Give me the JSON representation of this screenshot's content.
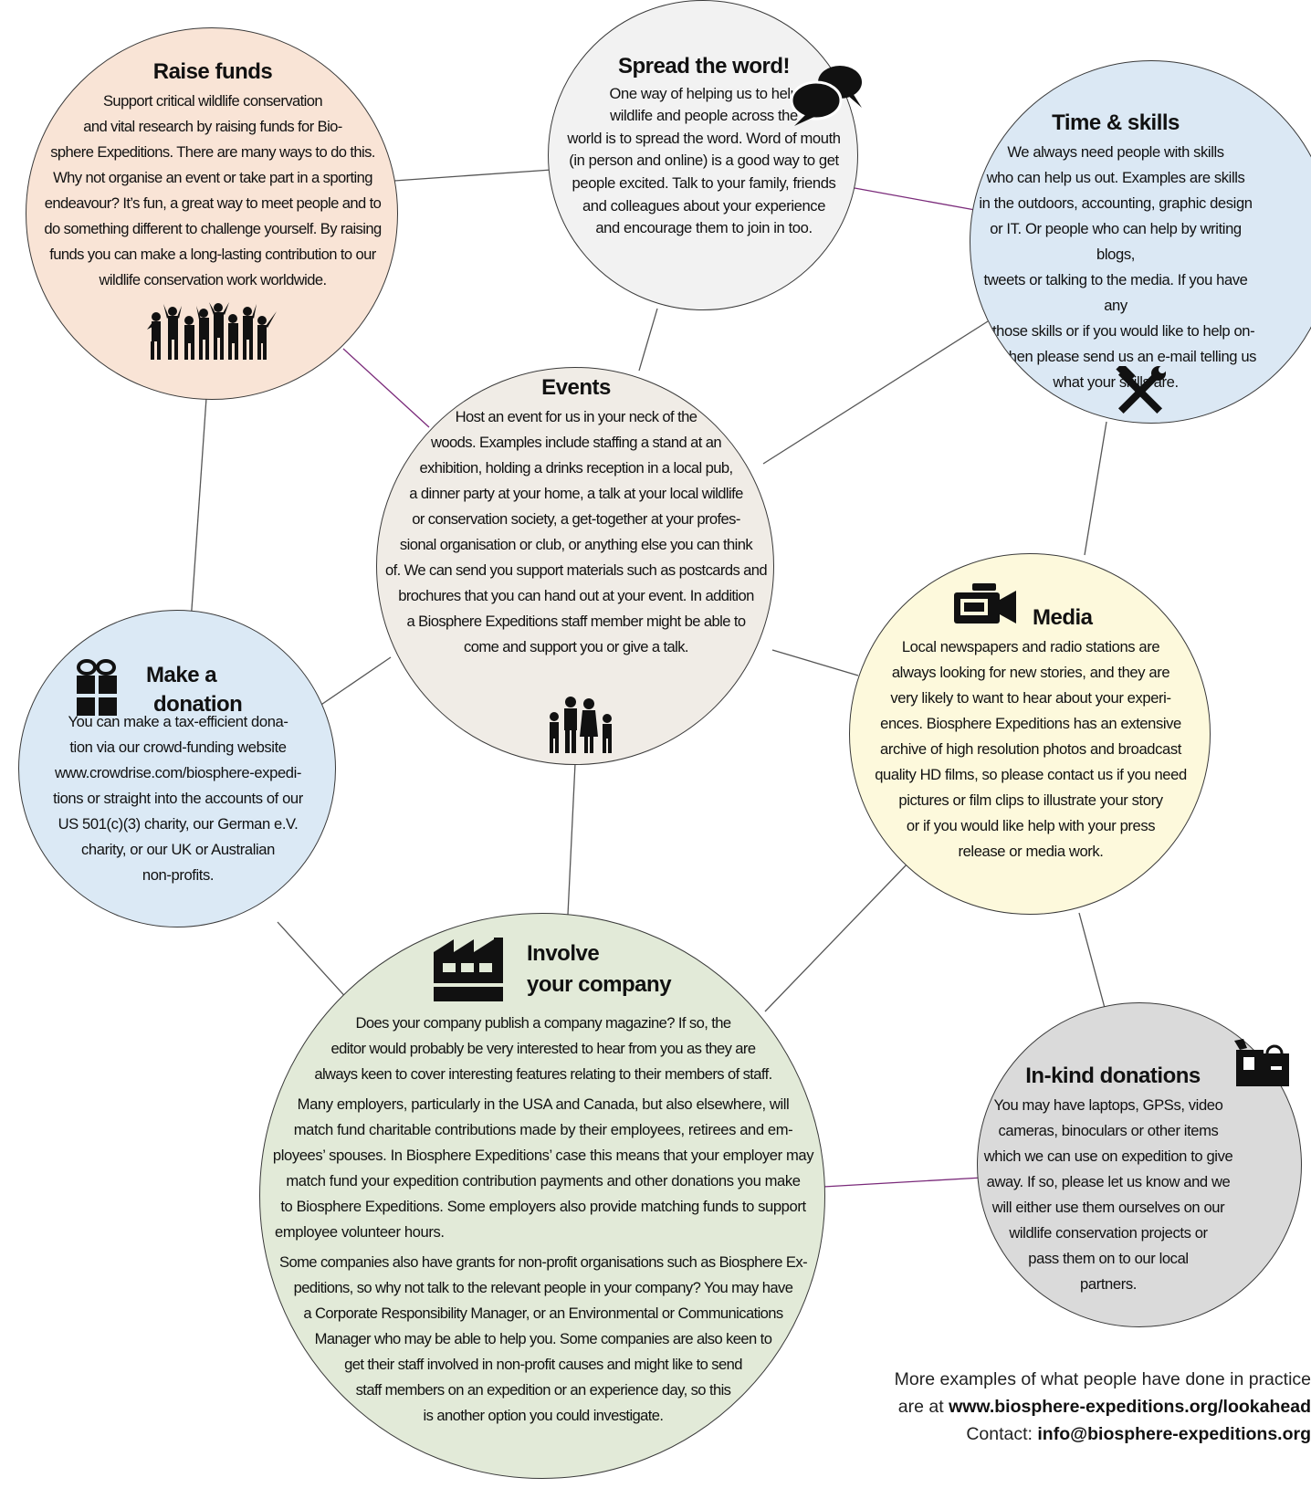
{
  "nodes": {
    "raise_funds": {
      "title": "Raise funds",
      "lines": [
        "Support critical wildlife conservation",
        "and vital research by raising funds for Bio-",
        "sphere Expeditions. There are many ways to do this.",
        "Why not organise an event or take part in a sporting",
        "endeavour? It’s fun, a great way to meet people and to",
        "do something different to challenge yourself.  By raising",
        "funds you can make a long-lasting contribution to our",
        "wildlife conservation work worldwide."
      ],
      "icon": "crowd-silhouette-icon"
    },
    "spread_word": {
      "title": "Spread the word!",
      "lines": [
        "One way of helping us to help",
        "wildlife and people across the",
        "world is to spread the word. Word of mouth",
        "(in person and online) is a good way to get",
        "people excited. Talk to your family, friends",
        "and colleagues about your experience",
        "and encourage them to join in too."
      ],
      "icon": "speech-bubbles-icon"
    },
    "time_skills": {
      "title": "Time & skills",
      "lines": [
        "We always need people with skills",
        "who can help us out. Examples are skills",
        "in the outdoors, accounting, graphic design",
        "or IT. Or people who can help by writing blogs,",
        "tweets or talking to the media. If you have any",
        "of those skills or if you would like to help on-",
        "line, then please send us an e-mail telling us",
        "what your skills are."
      ],
      "icon": "hammer-wrench-icon"
    },
    "events": {
      "title": "Events",
      "lines": [
        "Host an event for us in your neck of the",
        "woods. Examples include staffing a stand at an",
        "exhibition, holding a drinks reception in a local pub,",
        "a dinner party at your home, a talk at your local wildlife",
        "or conservation society, a get-together at your profes-",
        "sional organisation or club, or anything else you can think",
        "of. We can send you support materials such as postcards and",
        "brochures that you can hand out at your event. In addition",
        "a Biosphere Expeditions staff member might be able to",
        "come and support you or give a talk."
      ],
      "icon": "family-icon"
    },
    "donation": {
      "title_line1": "Make a",
      "title_line2": "donation",
      "lines": [
        "You can make a tax-efficient dona-",
        "tion via our crowd-funding website",
        "www.crowdrise.com/biosphere-expedi-",
        "tions or straight into the accounts of our",
        "US 501(c)(3) charity, our German e.V.",
        "charity, or our UK or Australian",
        "non-profits."
      ],
      "icon": "gift-icon"
    },
    "media": {
      "title": "Media",
      "lines": [
        "Local newspapers and radio stations are",
        "always looking for new stories, and they are",
        "very likely to want to hear about your experi-",
        "ences. Biosphere Expeditions has an extensive",
        "archive of high resolution photos and broadcast",
        "quality HD films, so please contact us if you need",
        "pictures or film clips to illustrate your story",
        "or if you would like help with your press",
        "release or media work."
      ],
      "icon": "video-camera-icon"
    },
    "company": {
      "title_line1": "Involve",
      "title_line2": "your company",
      "para1": [
        "Does your company publish a company magazine? If so, the",
        "editor would probably be very interested to hear from you as they are",
        "always keen to cover interesting features relating to their members of staff."
      ],
      "para2": [
        "Many employers, particularly in the USA and Canada, but also elsewhere, will",
        "match fund charitable contributions made by their employees, retirees and em-",
        "ployees’ spouses. In Biosphere Expeditions’ case this means that your employer may",
        "match fund your expedition contribution payments and other donations you make",
        "to Biosphere Expeditions. Some employers also provide matching funds to support",
        "employee volunteer hours."
      ],
      "para3": [
        "Some companies also have grants for non-profit organisations such as Biosphere Ex-",
        "peditions, so why not talk to the relevant people in your company? You may have",
        "a Corporate Responsibility Manager, or an Environmental or Communications",
        "Manager who may be able to help you. Some companies are also keen to",
        "get their staff involved in non-profit causes and might like to send",
        "staff members on an expedition or an experience day, so this",
        "is another option you could investigate."
      ],
      "icon": "factory-icon"
    },
    "in_kind": {
      "title": "In-kind donations",
      "lines": [
        "You may have laptops, GPSs, video",
        "cameras, binoculars or other items",
        "which we can use on expedition to give",
        "away. If so, please let us know and we",
        "will either use them ourselves on our",
        "wildlife conservation projects or",
        "pass them on to our local",
        "partners."
      ],
      "icon": "shopping-bags-icon"
    }
  },
  "footer": {
    "line1": "More examples of what people have done in practice",
    "line2_prefix": "are at ",
    "line2_link": "www.biosphere-expeditions.org/lookahead",
    "line3_prefix": "Contact: ",
    "line3_link": "info@biosphere-expeditions.org"
  },
  "colors": {
    "raise_funds": "#f9e4d6",
    "spread_word": "#f2f2f2",
    "time_skills": "#dbe8f4",
    "events": "#f0ece6",
    "donation": "#dbe9f5",
    "media": "#fdf9dc",
    "company": "#e2ead8",
    "in_kind": "#dadada",
    "connector": "#555555",
    "connector_accent": "#7a2a7a"
  }
}
